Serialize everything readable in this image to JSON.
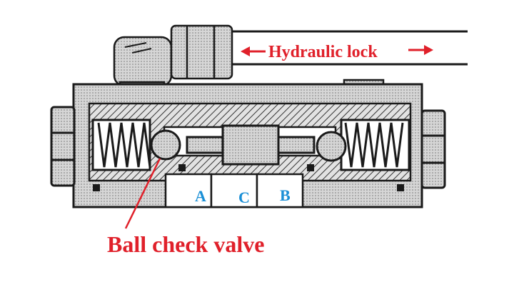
{
  "annotations": {
    "hydraulic_lock": "Hydraulic lock",
    "ball_check_valve": "Ball check valve"
  },
  "ports": {
    "a": "A",
    "c": "C",
    "b": "B"
  },
  "colors": {
    "annotation": "#e0202a",
    "port_label": "#1a8fd6",
    "ink": "#1a1a1a",
    "hatch_fill": "#cfcfcf",
    "body_fill": "#d9d9d9"
  }
}
